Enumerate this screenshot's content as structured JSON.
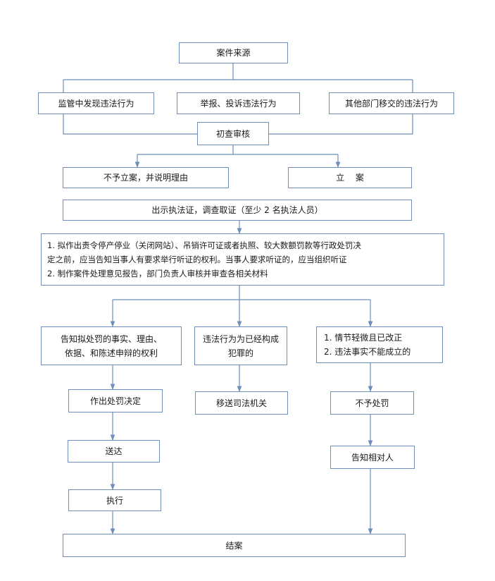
{
  "colors": {
    "box_border": "#6f8db9",
    "connector": "#6f8db9",
    "text": "#1a1a1a",
    "background": "#ffffff"
  },
  "nodes": {
    "case_source": "案件来源",
    "supervision_found": "监管中发现违法行为",
    "report_complaint": "举报、投诉违法行为",
    "other_dept_transfer": "其他部门移交的违法行为",
    "initial_review": "初查审核",
    "not_filed": "不予立案，并说明理由",
    "filed": "立　 案",
    "show_certificate": "出示执法证，调查取证（至少 2 名执法人员）",
    "major_penalty": [
      "1. 拟作出责令停产停业（关闭网站）、吊销许可证或者执照、较大数额罚款等行政处罚决",
      "定之前，应当告知当事人有要求举行听证的权利。当事人要求听证的，应当组织听证",
      "2. 制作案件处理意见报告，部门负责人审核并审查各相关材料"
    ],
    "notify_rights": [
      "告知拟处罚的事实、理由、",
      "依据、和陈述申辩的权利"
    ],
    "constitutes_crime": [
      "违法行为为已经构成",
      "犯罪的"
    ],
    "minor_or_unfounded": [
      "1. 情节轻微且已改正",
      "2. 违法事实不能成立的"
    ],
    "make_decision": "作出处罚决定",
    "transfer_judicial": "移送司法机关",
    "no_penalty": "不予处罚",
    "deliver": "送达",
    "notify_party": "告知相对人",
    "execute": "执行",
    "close_case": "结案"
  }
}
